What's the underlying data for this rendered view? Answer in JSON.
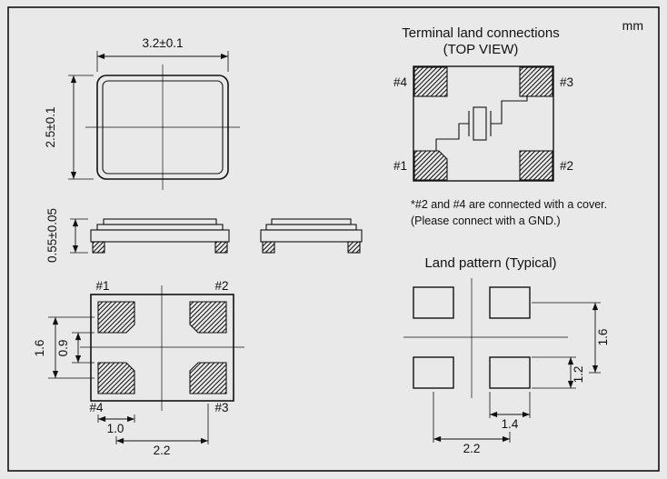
{
  "unit": "mm",
  "top_view": {
    "width_dim": "3.2±0.1",
    "height_dim": "2.5±0.1"
  },
  "side_view": {
    "height_dim": "0.55±0.05"
  },
  "bottom_view": {
    "pad_labels": {
      "p1": "#1",
      "p2": "#2",
      "p3": "#3",
      "p4": "#4"
    },
    "dims": {
      "pad_pitch_v": "1.6",
      "pad_gap_v": "0.9",
      "pad_width": "1.0",
      "pad_pitch_h": "2.2"
    }
  },
  "terminal_land": {
    "title": "Terminal land connections",
    "subtitle": "(TOP VIEW)",
    "pad_labels": {
      "p1": "#1",
      "p2": "#2",
      "p3": "#3",
      "p4": "#4"
    },
    "note_line1": "*#2 and #4 are connected with a cover.",
    "note_line2": "(Please connect with a GND.)"
  },
  "land_pattern": {
    "title": "Land pattern (Typical)",
    "dims": {
      "pitch_v": "1.6",
      "pad_height": "1.2",
      "pad_width": "1.4",
      "pitch_h": "2.2"
    }
  }
}
